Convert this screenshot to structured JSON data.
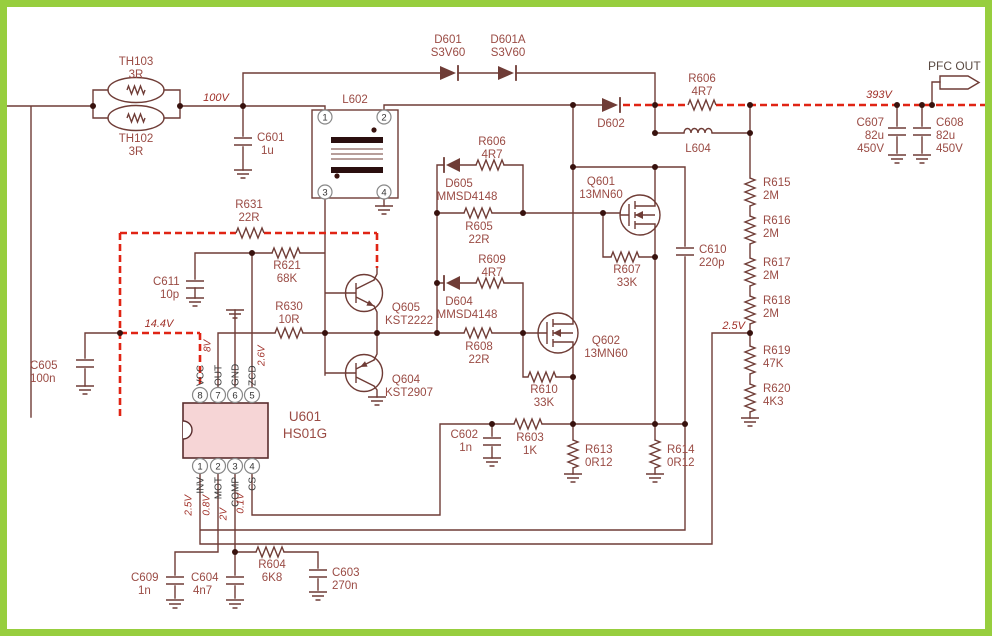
{
  "schematic": {
    "border_color": "#97ce3e",
    "wire_color": "#6f3c36",
    "rail_color": "#e02414",
    "chip_fill": "#f6d5d6",
    "net_labels": {
      "v100": "100V",
      "v393": "393V",
      "v14_4": "14.4V",
      "v2_5": "2.5V"
    },
    "connector": {
      "pfc_out": "PFC OUT"
    },
    "ic": {
      "ref": "U601",
      "part": "HS01G",
      "pins_top": [
        {
          "num": "8",
          "name": "VCC",
          "volt": ""
        },
        {
          "num": "7",
          "name": "OUT",
          "volt": "8V"
        },
        {
          "num": "6",
          "name": "GND",
          "volt": ""
        },
        {
          "num": "5",
          "name": "ZCD",
          "volt": "2.6V"
        }
      ],
      "pins_bottom": [
        {
          "num": "1",
          "name": "INV",
          "volt": "2.5V"
        },
        {
          "num": "2",
          "name": "MOT",
          "volt": "0.8V"
        },
        {
          "num": "3",
          "name": "COMP",
          "volt": "2V"
        },
        {
          "num": "4",
          "name": "CS",
          "volt": "0.1V"
        }
      ]
    },
    "components": {
      "th103": {
        "ref": "TH103",
        "val": "3R"
      },
      "th102": {
        "ref": "TH102",
        "val": "3R"
      },
      "c601": {
        "ref": "C601",
        "val": "1u"
      },
      "d601": {
        "ref": "D601",
        "val": "S3V60"
      },
      "d601a": {
        "ref": "D601A",
        "val": "S3V60"
      },
      "d602": {
        "ref": "D602",
        "val": ""
      },
      "l602": {
        "ref": "L602",
        "val": ""
      },
      "l604": {
        "ref": "L604",
        "val": ""
      },
      "r606_rail": {
        "ref": "R606",
        "val": "4R7"
      },
      "c607": {
        "ref": "C607",
        "val": "82u",
        "volt": "450V"
      },
      "c608": {
        "ref": "C608",
        "val": "82u",
        "volt": "450V"
      },
      "r615": {
        "ref": "R615",
        "val": "2M"
      },
      "r616": {
        "ref": "R616",
        "val": "2M"
      },
      "r617": {
        "ref": "R617",
        "val": "2M"
      },
      "r618": {
        "ref": "R618",
        "val": "2M"
      },
      "r619": {
        "ref": "R619",
        "val": "47K"
      },
      "r620": {
        "ref": "R620",
        "val": "4K3"
      },
      "c610": {
        "ref": "C610",
        "val": "220p"
      },
      "q601": {
        "ref": "Q601",
        "val": "13MN60"
      },
      "q602": {
        "ref": "Q602",
        "val": "13MN60"
      },
      "d605": {
        "ref": "D605",
        "val": "MMSD4148"
      },
      "r606b": {
        "ref": "R606",
        "val": "4R7"
      },
      "r605": {
        "ref": "R605",
        "val": "22R"
      },
      "d604": {
        "ref": "D604",
        "val": "MMSD4148"
      },
      "r609": {
        "ref": "R609",
        "val": "4R7"
      },
      "r608": {
        "ref": "R608",
        "val": "22R"
      },
      "r607": {
        "ref": "R607",
        "val": "33K"
      },
      "r610": {
        "ref": "R610",
        "val": "33K"
      },
      "r631": {
        "ref": "R631",
        "val": "22R"
      },
      "r621": {
        "ref": "R621",
        "val": "68K"
      },
      "r630": {
        "ref": "R630",
        "val": "10R"
      },
      "c611": {
        "ref": "C611",
        "val": "10p"
      },
      "c605": {
        "ref": "C605",
        "val": "100n"
      },
      "q605": {
        "ref": "Q605",
        "val": "KST2222"
      },
      "q604": {
        "ref": "Q604",
        "val": "KST2907"
      },
      "r603": {
        "ref": "R603",
        "val": "1K"
      },
      "c602": {
        "ref": "C602",
        "val": "1n"
      },
      "r613": {
        "ref": "R613",
        "val": "0R12"
      },
      "r614": {
        "ref": "R614",
        "val": "0R12"
      },
      "c609": {
        "ref": "C609",
        "val": "1n"
      },
      "c604": {
        "ref": "C604",
        "val": "4n7"
      },
      "r604": {
        "ref": "R604",
        "val": "6K8"
      },
      "c603": {
        "ref": "C603",
        "val": "270n"
      }
    }
  }
}
